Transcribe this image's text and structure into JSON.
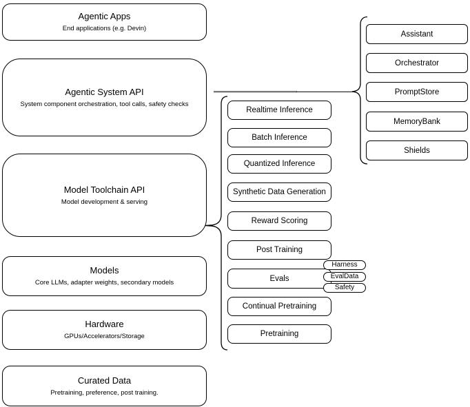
{
  "diagram": {
    "layers": [
      {
        "title": "Agentic Apps",
        "subtitle": "End applications (e.g. Devin)"
      },
      {
        "title": "Agentic System API",
        "subtitle": "System component orchestration, tool calls, safety checks"
      },
      {
        "title": "Model Toolchain API",
        "subtitle": "Model development & serving"
      },
      {
        "title": "Models",
        "subtitle": "Core LLMs, adapter weights, secondary models"
      },
      {
        "title": "Hardware",
        "subtitle": "GPUs/Accelerators/Storage"
      },
      {
        "title": "Curated Data",
        "subtitle": "Pretraining, preference, post training."
      }
    ],
    "toolchain_items": [
      {
        "label": "Realtime Inference"
      },
      {
        "label": "Batch Inference"
      },
      {
        "label": "Quantized Inference"
      },
      {
        "label": "Synthetic Data Generation"
      },
      {
        "label": "Reward Scoring"
      },
      {
        "label": "Post Training"
      },
      {
        "label": "Evals"
      },
      {
        "label": "Continual Pretraining"
      },
      {
        "label": "Pretraining"
      }
    ],
    "eval_tags": [
      {
        "label": "Harness"
      },
      {
        "label": "EvalData"
      },
      {
        "label": "Safety"
      }
    ],
    "system_components": [
      {
        "label": "Assistant"
      },
      {
        "label": "Orchestrator"
      },
      {
        "label": "PromptStore"
      },
      {
        "label": "MemoryBank"
      },
      {
        "label": "Shields"
      }
    ],
    "colors": {
      "stroke": "#000000",
      "background": "#ffffff",
      "connector_gray": "#787878"
    }
  }
}
